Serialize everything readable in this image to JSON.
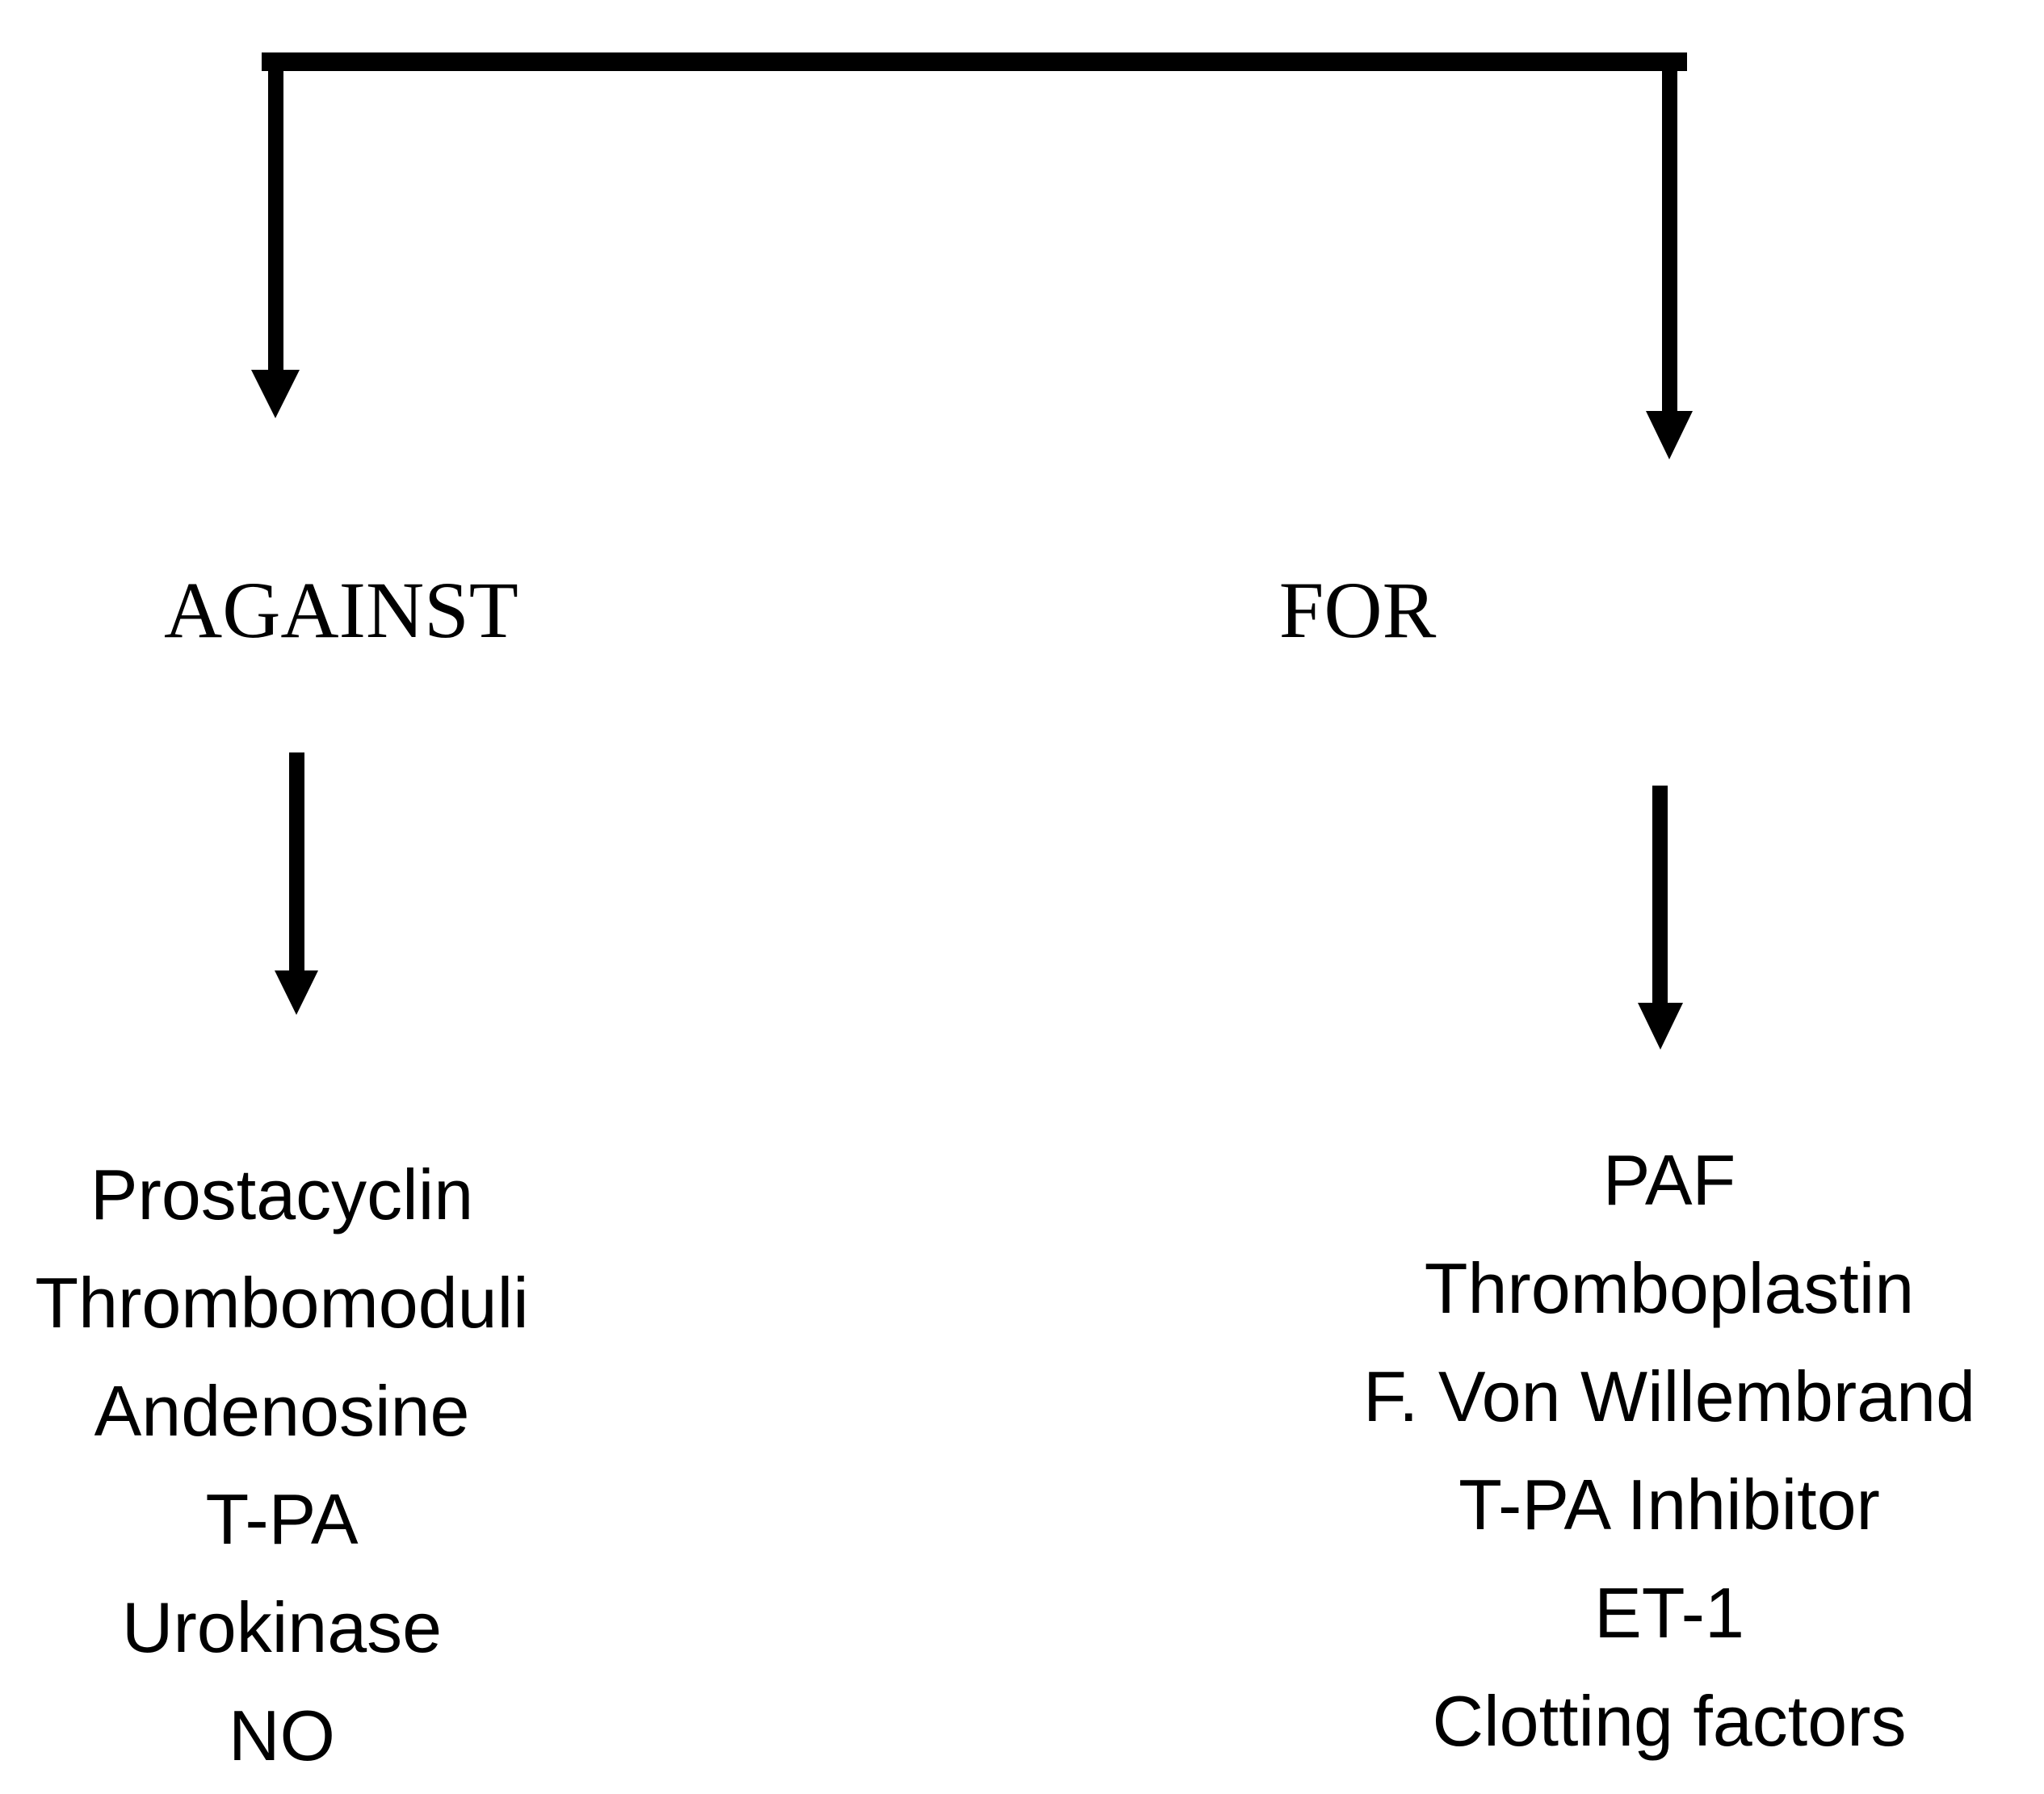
{
  "diagram": {
    "description": "Two-branch tree diagram with arrows from a top connector to two labeled columns",
    "colors": {
      "ink": "#000000",
      "background": "#ffffff"
    },
    "icons": {
      "top_left": "down-arrow-icon",
      "top_right": "down-arrow-icon",
      "mid_left": "down-arrow-icon",
      "mid_right": "down-arrow-icon"
    },
    "branches": {
      "left": {
        "label": "AGAINST",
        "items": [
          "Prostacyclin",
          "Thrombomoduli",
          "Andenosine",
          "T-PA",
          "Urokinase",
          "NO"
        ]
      },
      "right": {
        "label": "FOR",
        "items": [
          "PAF",
          "Thromboplastin",
          "F. Von Willembrand",
          "T-PA Inhibitor",
          "ET-1",
          "Clotting factors"
        ]
      }
    }
  }
}
